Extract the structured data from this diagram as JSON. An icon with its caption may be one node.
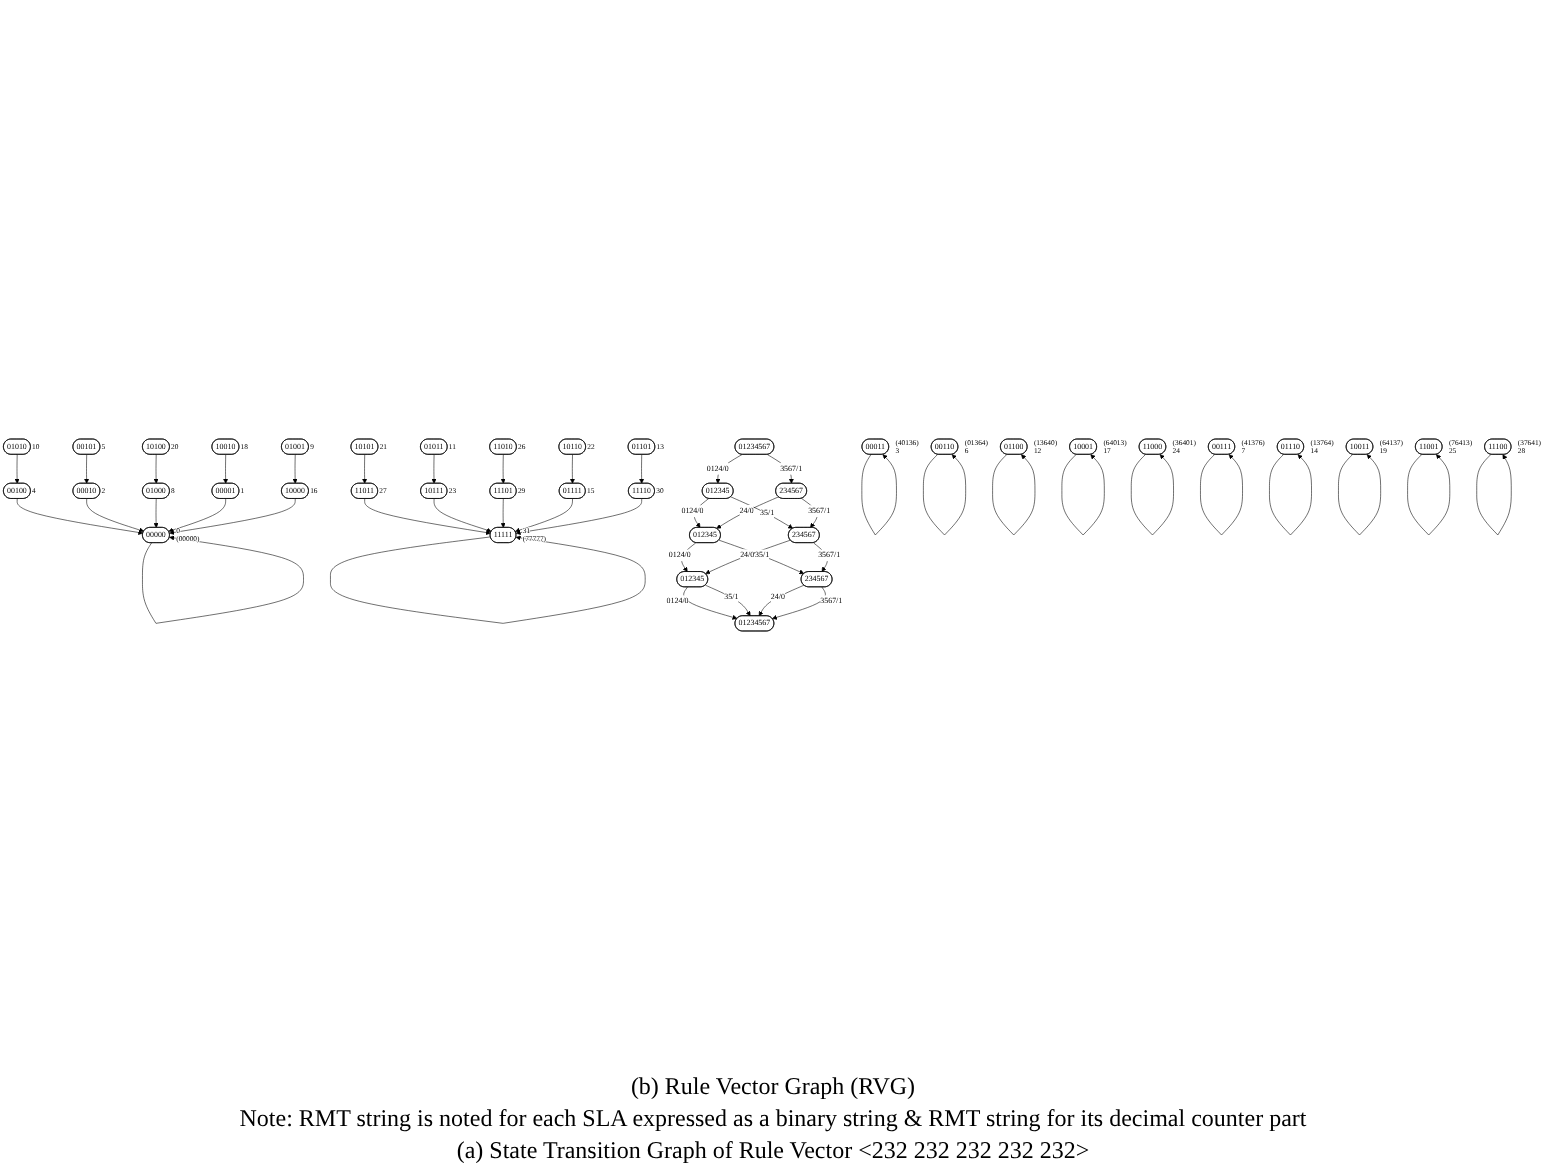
{
  "diagram": {
    "nodes": [
      {
        "text": [
          "01010"
        ],
        "beside": [
          "10"
        ]
      },
      {
        "text": [
          "00101"
        ],
        "beside": [
          "5"
        ]
      },
      {
        "text": [
          "10100"
        ],
        "beside": [
          "20"
        ]
      },
      {
        "text": [
          "00100"
        ],
        "beside": [
          "4"
        ]
      },
      {
        "text": [
          "00010"
        ],
        "beside": [
          "2"
        ]
      },
      {
        "text": [
          "01000"
        ],
        "beside": [
          "8"
        ]
      },
      {
        "text": [
          "10010"
        ],
        "beside": [
          "18"
        ]
      },
      {
        "text": [
          "00001"
        ],
        "beside": [
          "1"
        ]
      },
      {
        "text": [
          "00000"
        ],
        "beside": [
          "0",
          "(00000)"
        ]
      },
      {
        "text": [
          "10000"
        ],
        "beside": [
          "16"
        ]
      },
      {
        "text": [
          "01001"
        ],
        "beside": [
          "9"
        ]
      },
      {
        "text": [
          "10101"
        ],
        "beside": [
          "21"
        ]
      },
      {
        "text": [
          "01011"
        ],
        "beside": [
          "11"
        ]
      },
      {
        "text": [
          "11010"
        ],
        "beside": [
          "26"
        ]
      },
      {
        "text": [
          "11011"
        ],
        "beside": [
          "27"
        ]
      },
      {
        "text": [
          "10111"
        ],
        "beside": [
          "23"
        ]
      },
      {
        "text": [
          "11101"
        ],
        "beside": [
          "29"
        ]
      },
      {
        "text": [
          "10110"
        ],
        "beside": [
          "22"
        ]
      },
      {
        "text": [
          "01111"
        ],
        "beside": [
          "15"
        ]
      },
      {
        "text": [
          "11111"
        ],
        "beside": [
          "31",
          "(77777)"
        ]
      },
      {
        "text": [
          "11110"
        ],
        "beside": [
          "30"
        ]
      },
      {
        "text": [
          "01101"
        ],
        "beside": [
          "13"
        ]
      },
      {
        "text": [
          "00011"
        ],
        "beside": [
          "(40136)",
          "3"
        ]
      },
      {
        "text": [
          "00110"
        ],
        "beside": [
          "(01364)",
          "6"
        ]
      },
      {
        "text": [
          "01100"
        ],
        "beside": [
          "(13640)",
          "12"
        ]
      },
      {
        "text": [
          "10001"
        ],
        "beside": [
          "(64013)",
          "17"
        ]
      },
      {
        "text": [
          "11000"
        ],
        "beside": [
          "(36401)",
          "24"
        ]
      },
      {
        "text": [
          "00111"
        ],
        "beside": [
          "(41376)",
          "7"
        ]
      },
      {
        "text": [
          "01110"
        ],
        "beside": [
          "(13764)",
          "14"
        ]
      },
      {
        "text": [
          "10011"
        ],
        "beside": [
          "(64137)",
          "19"
        ]
      },
      {
        "text": [
          "11001"
        ],
        "beside": [
          "(76413)",
          "25"
        ]
      },
      {
        "text": [
          "11100"
        ],
        "beside": [
          "(37641)",
          "28"
        ]
      },
      {
        "text": [
          "01234567"
        ]
      },
      {
        "text": [
          "012345"
        ]
      },
      {
        "text": [
          "234567"
        ]
      },
      {
        "text": [
          "012345"
        ]
      },
      {
        "text": [
          "234567"
        ]
      },
      {
        "text": [
          "012345"
        ]
      },
      {
        "text": [
          "234567"
        ]
      },
      {
        "text": [
          "01234567"
        ]
      }
    ],
    "edges": [
      {
        "from": 0,
        "to": 3,
        "arrow": "to"
      },
      {
        "from": 1,
        "to": 4,
        "arrow": "to"
      },
      {
        "from": 2,
        "to": 5,
        "arrow": "to"
      },
      {
        "from": 3,
        "to": 8,
        "arrow": "to"
      },
      {
        "from": 4,
        "to": 8,
        "arrow": "to"
      },
      {
        "from": 5,
        "to": 8,
        "arrow": "to"
      },
      {
        "from": 6,
        "to": 7,
        "arrow": "to"
      },
      {
        "from": 7,
        "to": 8,
        "arrow": "to"
      },
      {
        "from": 9,
        "to": 8,
        "arrow": "to"
      },
      {
        "from": 10,
        "to": 9,
        "arrow": "to"
      },
      {
        "from": 8,
        "to": 8,
        "arrow": "to"
      },
      {
        "from": 11,
        "to": 14,
        "arrow": "to"
      },
      {
        "from": 12,
        "to": 15,
        "arrow": "to"
      },
      {
        "from": 13,
        "to": 16,
        "arrow": "to"
      },
      {
        "from": 14,
        "to": 19,
        "arrow": "to"
      },
      {
        "from": 15,
        "to": 19,
        "arrow": "to"
      },
      {
        "from": 16,
        "to": 19,
        "arrow": "to"
      },
      {
        "from": 17,
        "to": 18,
        "arrow": "to"
      },
      {
        "from": 18,
        "to": 19,
        "arrow": "to"
      },
      {
        "from": 20,
        "to": 19,
        "arrow": "to"
      },
      {
        "from": 21,
        "to": 20,
        "arrow": "to"
      },
      {
        "from": 19,
        "to": 19,
        "arrow": "to"
      },
      {
        "from": 22,
        "to": 22,
        "arrow": "to"
      },
      {
        "from": 23,
        "to": 23,
        "arrow": "to"
      },
      {
        "from": 24,
        "to": 24,
        "arrow": "to"
      },
      {
        "from": 25,
        "to": 25,
        "arrow": "to"
      },
      {
        "from": 26,
        "to": 26,
        "arrow": "to"
      },
      {
        "from": 27,
        "to": 27,
        "arrow": "to"
      },
      {
        "from": 28,
        "to": 28,
        "arrow": "to"
      },
      {
        "from": 29,
        "to": 29,
        "arrow": "to"
      },
      {
        "from": 30,
        "to": 30,
        "arrow": "to"
      },
      {
        "from": 31,
        "to": 31,
        "arrow": "to"
      },
      {
        "from": 32,
        "to": 33,
        "arrow": "to",
        "label": "0124/0"
      },
      {
        "from": 32,
        "to": 34,
        "arrow": "to",
        "label": "3567/1"
      },
      {
        "from": 33,
        "to": 35,
        "arrow": "to",
        "label": "0124/0"
      },
      {
        "from": 33,
        "to": 36,
        "arrow": "to",
        "label": "35/1"
      },
      {
        "from": 34,
        "to": 35,
        "arrow": "to",
        "label": "24/0"
      },
      {
        "from": 34,
        "to": 36,
        "arrow": "to",
        "label": "3567/1"
      },
      {
        "from": 35,
        "to": 37,
        "arrow": "to",
        "label": "0124/0"
      },
      {
        "from": 35,
        "to": 38,
        "arrow": "to",
        "label": "35/1"
      },
      {
        "from": 36,
        "to": 37,
        "arrow": "to",
        "label": "24/0"
      },
      {
        "from": 36,
        "to": 38,
        "arrow": "to",
        "label": "3567/1"
      },
      {
        "from": 37,
        "to": 39,
        "arrow": "to",
        "label": "0124/0"
      },
      {
        "from": 37,
        "to": 39,
        "arrow": "to",
        "label": "35/1"
      },
      {
        "from": 38,
        "to": 39,
        "arrow": "to",
        "label": "24/0"
      },
      {
        "from": 38,
        "to": 39,
        "arrow": "to",
        "label": "3567/1"
      }
    ],
    "labels": [
      "(b) Rule Vector Graph (RVG)",
      "Note: RMT string is noted for each SLA expressed as a binary string & RMT string for its decimal counter part",
      "(a) State Transition Graph of Rule Vector <232 232 232 232 232>"
    ]
  }
}
